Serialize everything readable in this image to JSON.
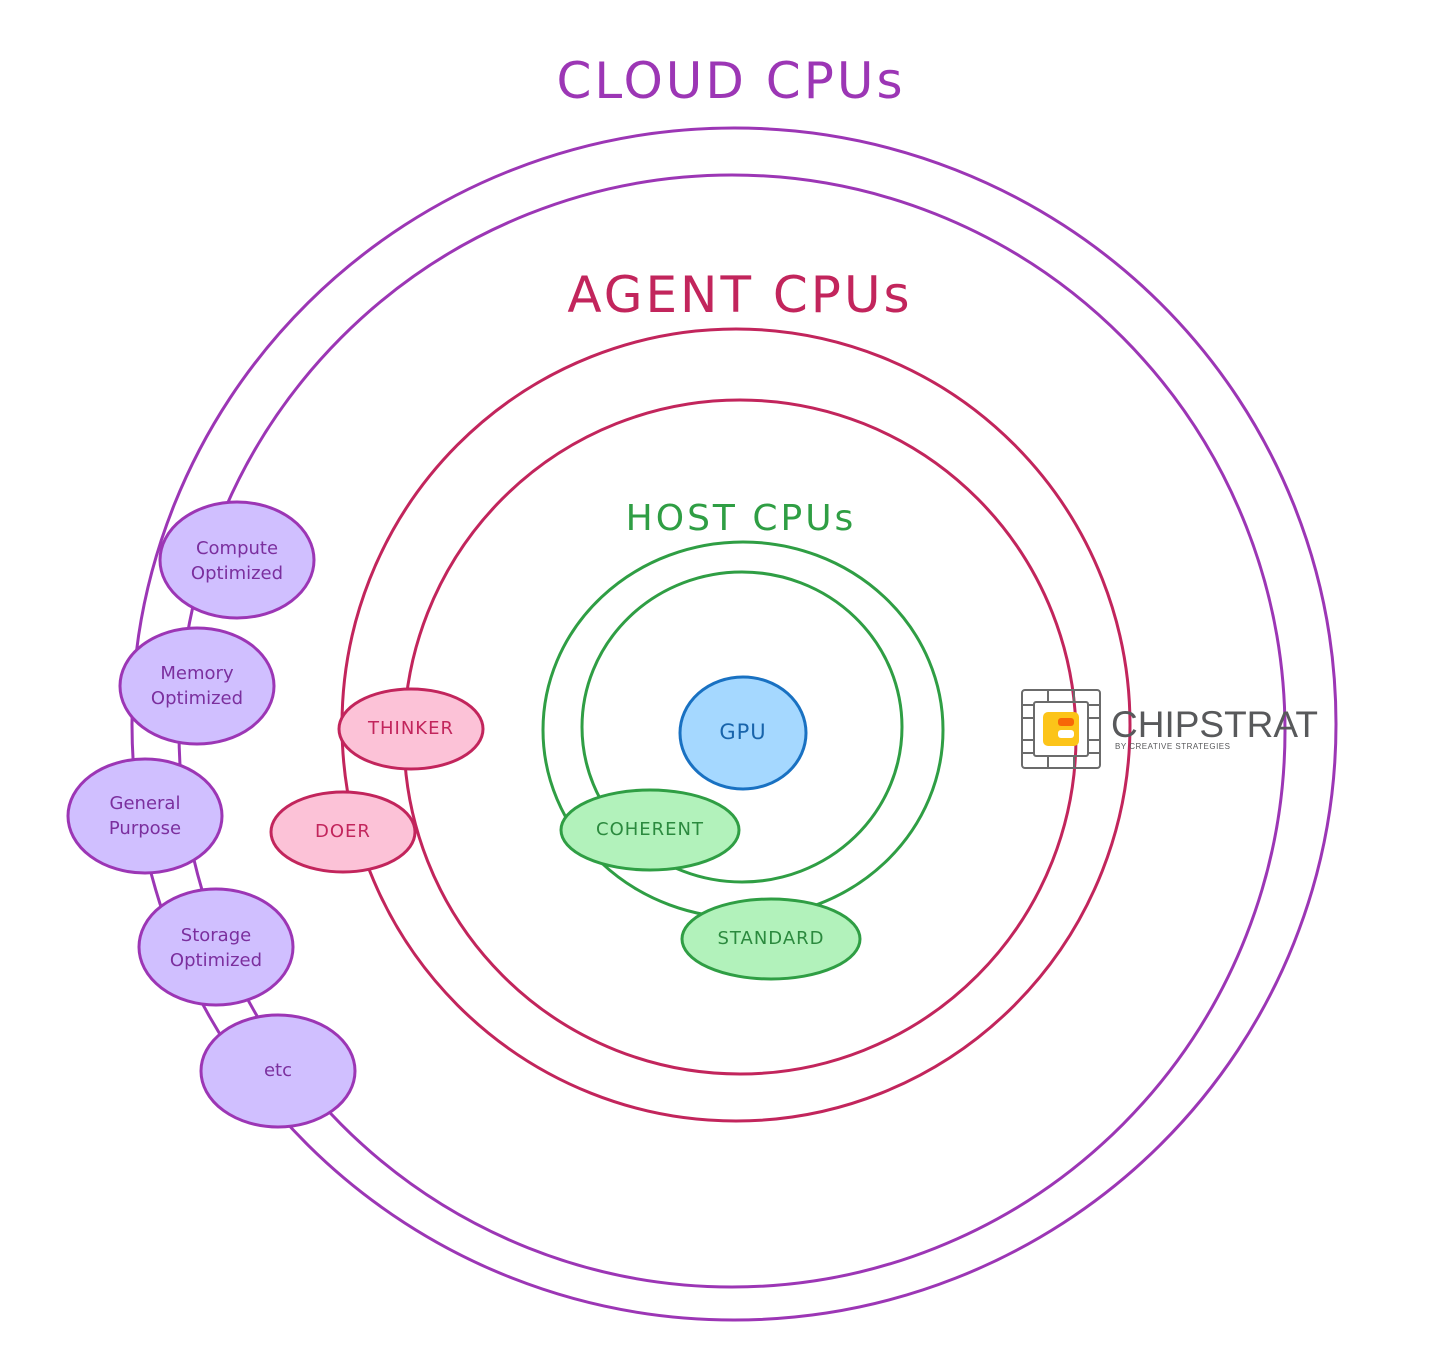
{
  "titles": {
    "cloud": "CLOUD CPUs",
    "agent": "AGENT CPUs",
    "host": "HOST CPUs"
  },
  "cloud_nodes": [
    {
      "line1": "Compute",
      "line2": "Optimized"
    },
    {
      "line1": "Memory",
      "line2": "Optimized"
    },
    {
      "line1": "General",
      "line2": "Purpose"
    },
    {
      "line1": "Storage",
      "line2": "Optimized"
    },
    {
      "line1": "etc",
      "line2": ""
    }
  ],
  "agent_nodes": {
    "thinker": "THINKER",
    "doer": "DOER"
  },
  "host_nodes": {
    "coherent": "COHERENT",
    "standard": "STANDARD"
  },
  "center": {
    "gpu": "GPU"
  },
  "logo": {
    "name": "CHIPSTRAT",
    "tagline": "BY CREATIVE STRATEGIES"
  },
  "colors": {
    "cloud": "#9c36b5",
    "agent": "#c2255c",
    "host": "#2f9e44",
    "gpu": "#1971c2"
  }
}
